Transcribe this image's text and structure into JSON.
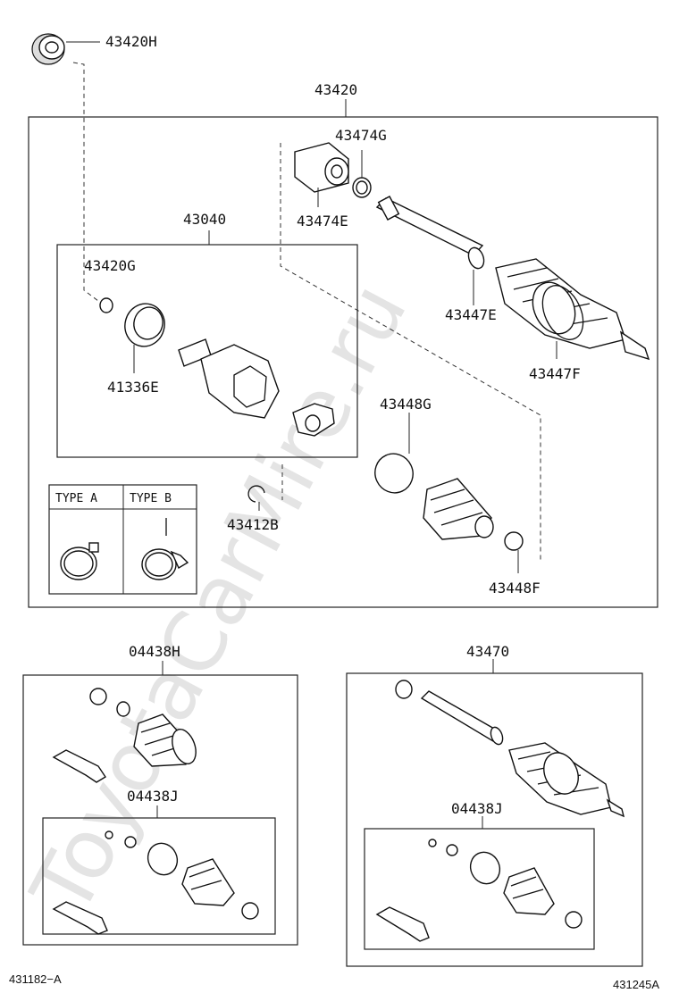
{
  "watermark": "ToyotaCarMire.ru",
  "labels": {
    "p43420H": "43420H",
    "p43420": "43420",
    "p43474G": "43474G",
    "p43474E": "43474E",
    "p43040": "43040",
    "p43420G": "43420G",
    "p41336E": "41336E",
    "p43447E": "43447E",
    "p43447F": "43447F",
    "p43448G": "43448G",
    "p43412B": "43412B",
    "p43448F": "43448F",
    "p04438H": "04438H",
    "p04438J_left": "04438J",
    "p43470": "43470",
    "p04438J_right": "04438J"
  },
  "type_legend": {
    "type_a": "TYPE A",
    "type_b": "TYPE B"
  },
  "footer": {
    "left_code": "431182−A",
    "right_code": "431245A"
  }
}
